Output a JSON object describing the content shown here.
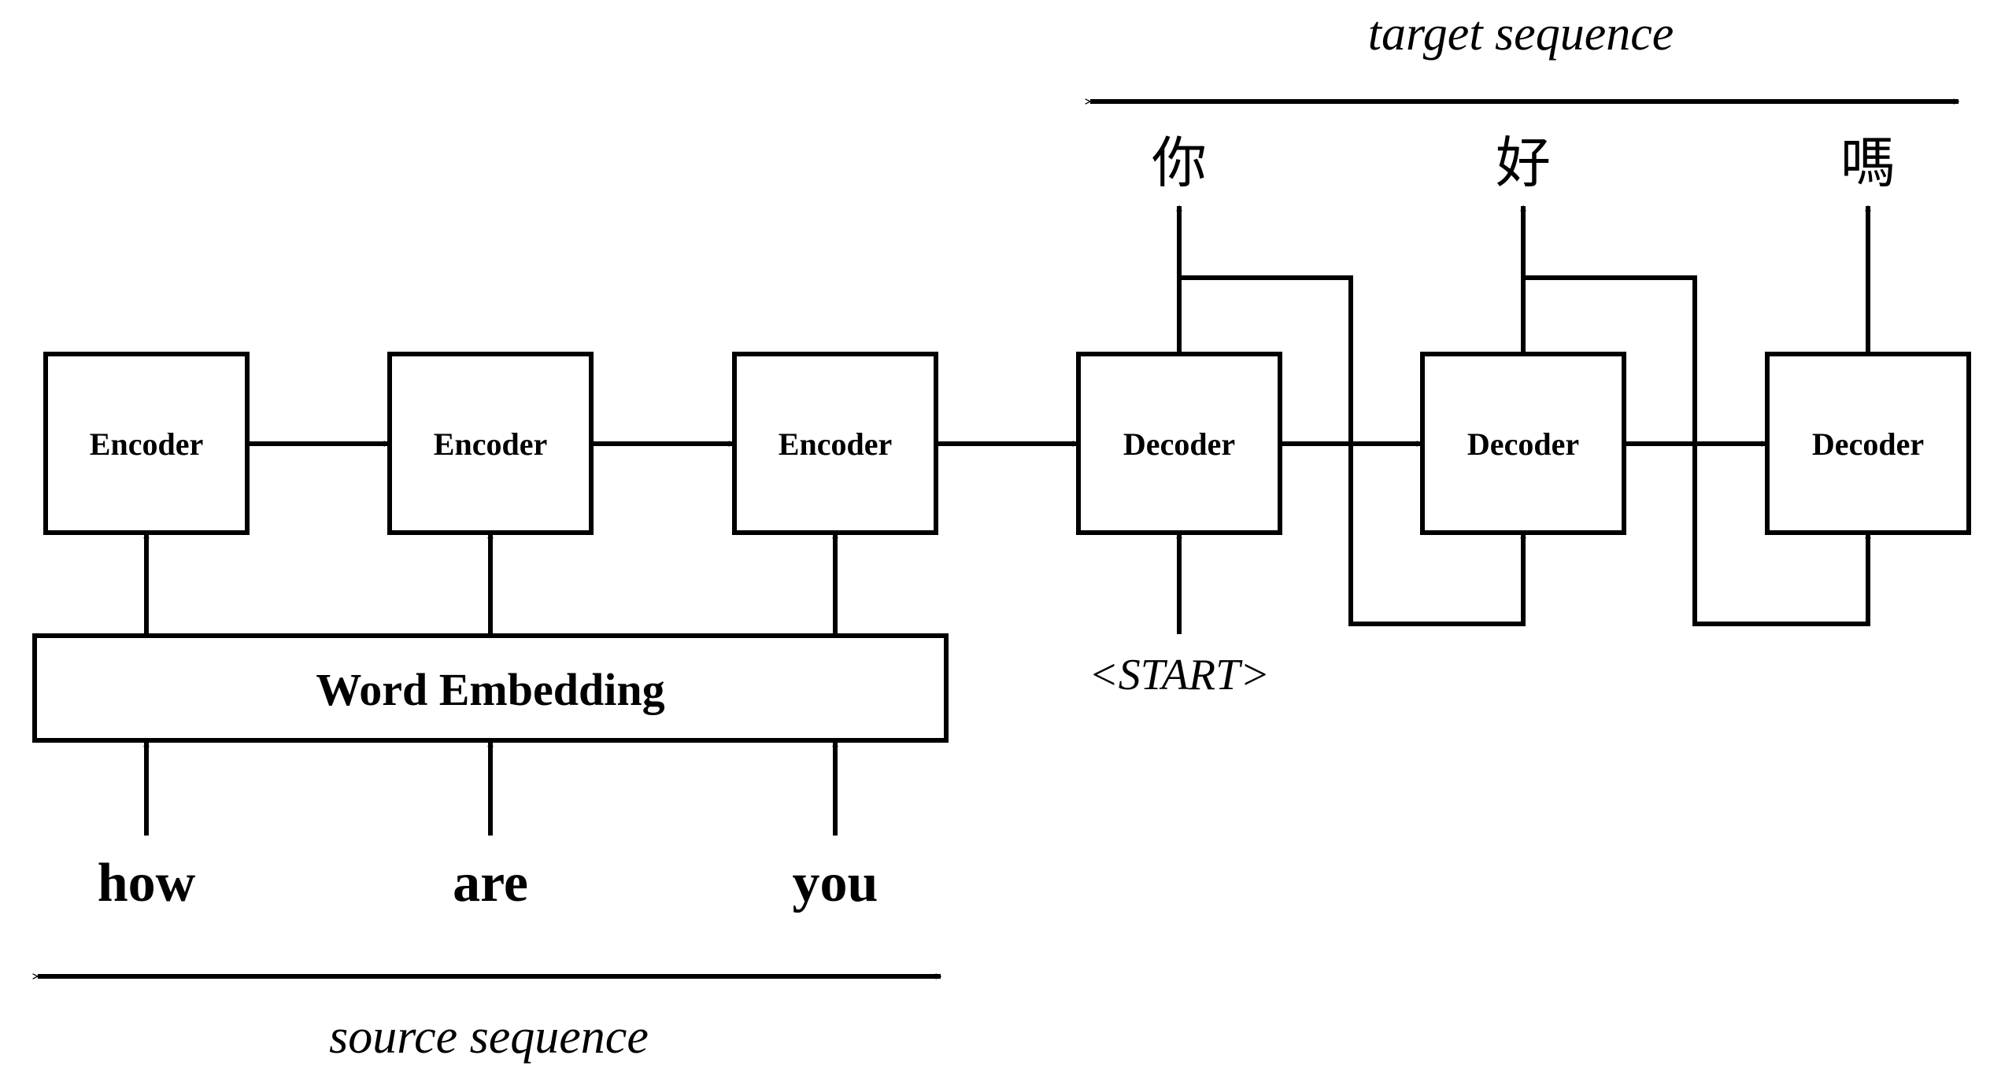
{
  "sequences": {
    "target": "target sequence",
    "source": "source sequence"
  },
  "embedding_label": "Word Embedding",
  "encoders": [
    "Encoder",
    "Encoder",
    "Encoder"
  ],
  "decoders": [
    "Decoder",
    "Decoder",
    "Decoder"
  ],
  "source_words": [
    "how",
    "are",
    "you"
  ],
  "target_words": [
    "你",
    "好",
    "嗎"
  ],
  "start_token": "<START>"
}
